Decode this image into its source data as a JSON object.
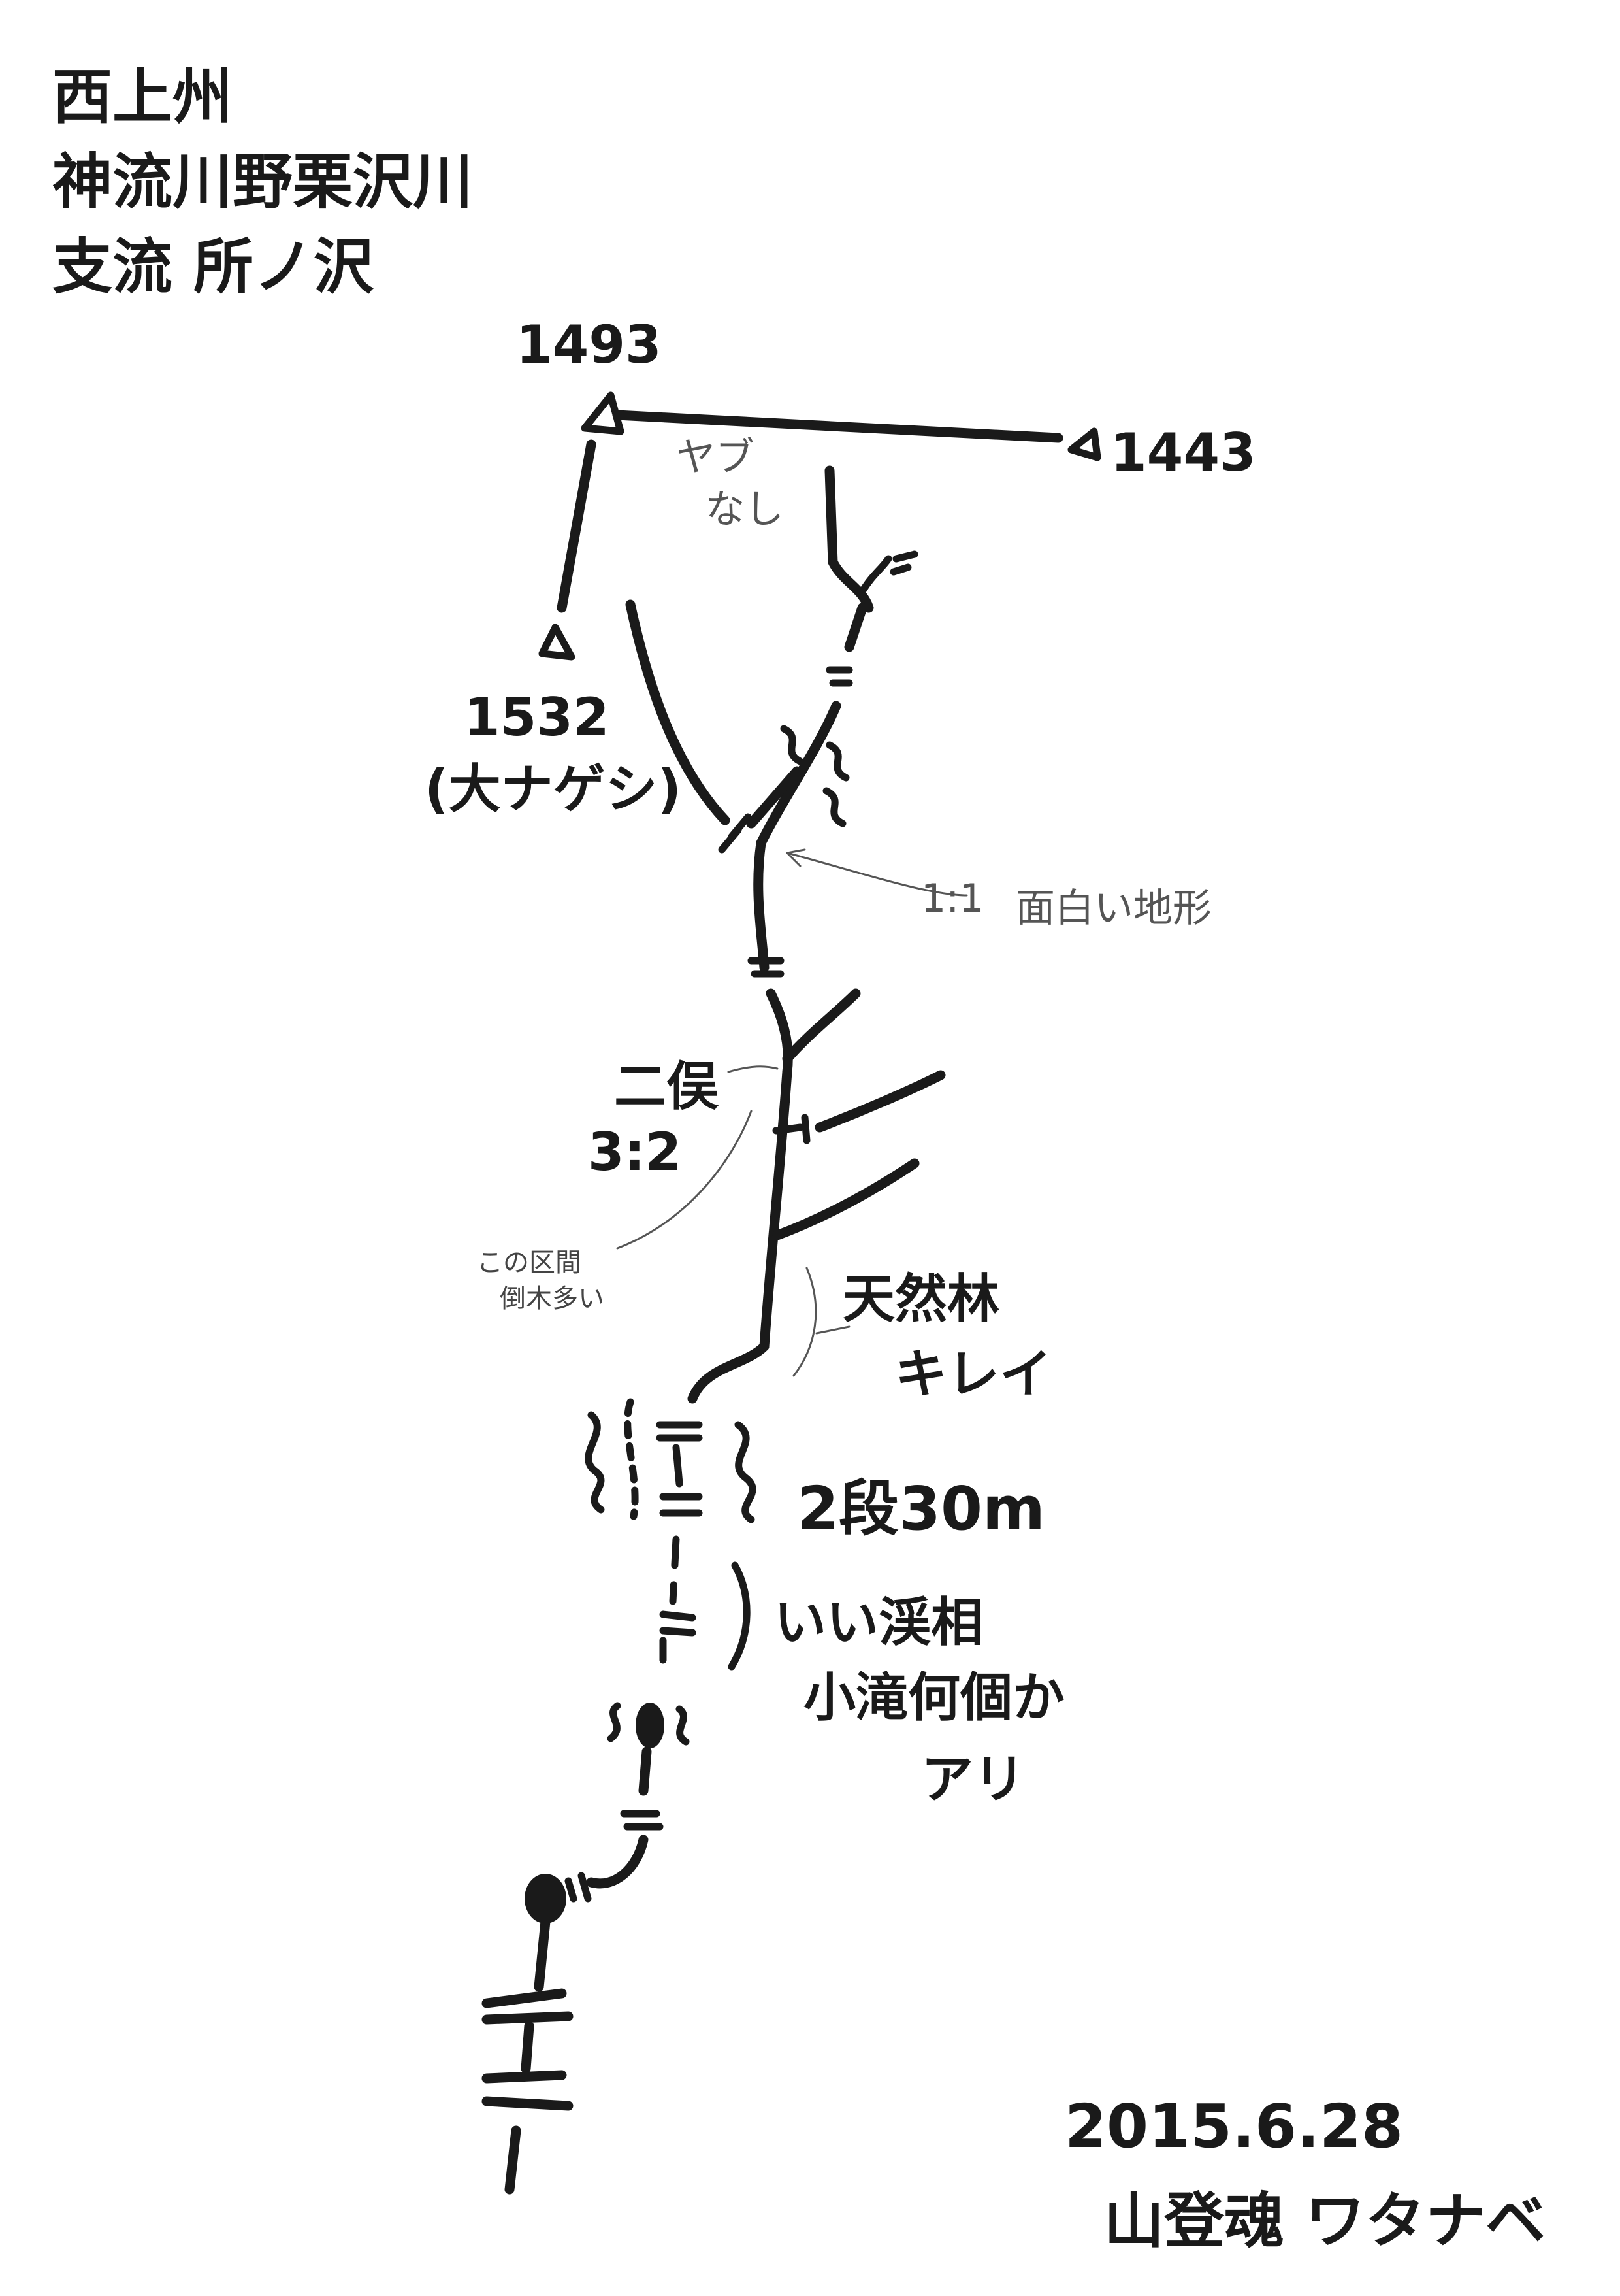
{
  "header": {
    "line1": "西上州",
    "line2": "神流川野栗沢川",
    "line3": "支流 所ノ沢"
  },
  "peaks": {
    "peak_1493": "1493",
    "peak_1443": "1443",
    "peak_1532": "1532",
    "peak_1532_name": "(大ナゲシ)"
  },
  "notes": {
    "no_brush_1": "ヤブ",
    "no_brush_2": "なし",
    "ratio_1_1": "1:1",
    "interesting_terrain": "面白い地形",
    "fork": "二俣",
    "fork_ratio": "3:2",
    "ratio_small": "1:1",
    "deadfall_1": "この区間",
    "deadfall_2": "倒木多い",
    "forest_1": "天然林",
    "forest_2": "キレイ",
    "waterfall_2tier": "2段30m",
    "good_stream_1": "いい渓相",
    "good_stream_2": "小滝何個か",
    "good_stream_3": "アリ"
  },
  "footer": {
    "date": "2015.6.28",
    "author": "山登魂 ワタナベ"
  }
}
